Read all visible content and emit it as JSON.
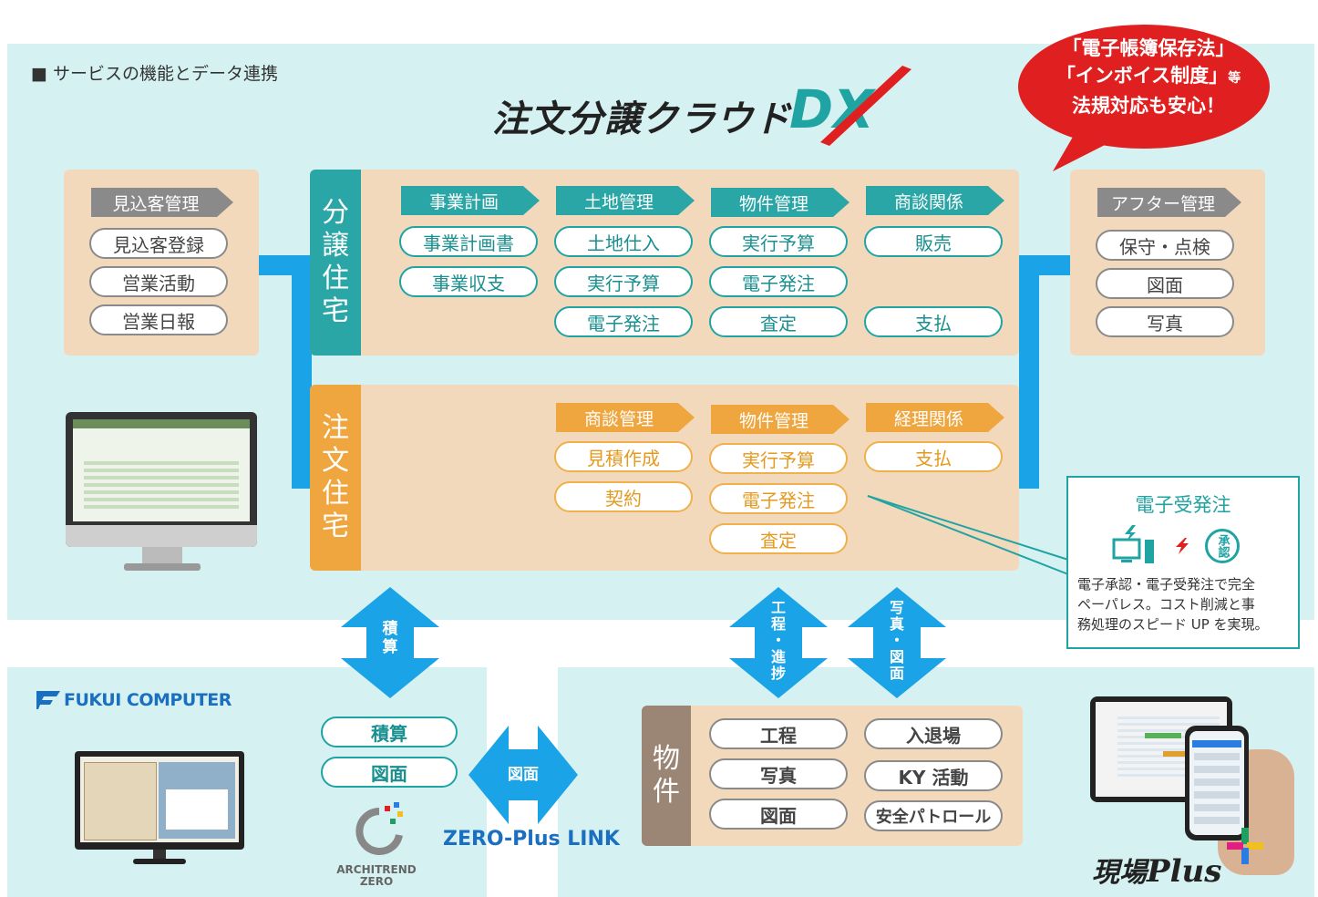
{
  "header": {
    "section_title": "■ サービスの機能とデータ連携"
  },
  "product": {
    "logo_text": "注文分譲クラウド",
    "logo_dx": "DX"
  },
  "bubble": {
    "line1": "「電子帳簿保存法」",
    "line2": "「インボイス制度」",
    "line2_small": "等",
    "line3": "法規対応も安心！"
  },
  "prospect": {
    "header": "見込客管理",
    "items": [
      "見込客登録",
      "営業活動",
      "営業日報"
    ]
  },
  "after": {
    "header": "アフター管理",
    "items": [
      "保守・点検",
      "図面",
      "写真"
    ]
  },
  "bunjo": {
    "label": [
      "分",
      "譲",
      "住",
      "宅"
    ],
    "columns": [
      {
        "header": "事業計画",
        "items": [
          "事業計画書",
          "事業収支"
        ]
      },
      {
        "header": "土地管理",
        "items": [
          "土地仕入",
          "実行予算",
          "電子発注"
        ]
      },
      {
        "header": "物件管理",
        "items": [
          "実行予算",
          "電子発注",
          "査定"
        ]
      },
      {
        "header": "商談関係",
        "items": [
          "販売",
          "支払"
        ]
      }
    ]
  },
  "chumon": {
    "label": [
      "注",
      "文",
      "住",
      "宅"
    ],
    "columns": [
      {
        "header": "商談管理",
        "items": [
          "見積作成",
          "契約"
        ]
      },
      {
        "header": "物件管理",
        "items": [
          "実行予算",
          "電子発注",
          "査定"
        ]
      },
      {
        "header": "経理関係",
        "items": [
          "支払"
        ]
      }
    ]
  },
  "callout": {
    "title": "電子受発注",
    "approve_badge": "承認",
    "text": [
      "電子承認・電子受発注で完全",
      "ペーパレス。コスト削減と事",
      "務処理のスピード UP を実現。"
    ]
  },
  "arrows": {
    "estimate": [
      "積",
      "算"
    ],
    "process": [
      "工",
      "程",
      "・",
      "進",
      "捗"
    ],
    "photo": [
      "写",
      "真",
      "・",
      "図",
      "面"
    ],
    "drawing": "図面"
  },
  "fukui": {
    "brand": "FUKUI COMPUTER",
    "items": [
      "積算",
      "図面"
    ],
    "architrend": [
      "ARCHITREND",
      "ZERO"
    ],
    "link": "ZERO-Plus LINK"
  },
  "bukken": {
    "label": [
      "物",
      "件"
    ],
    "left_items": [
      "工程",
      "写真",
      "図面"
    ],
    "right_items": [
      "入退場",
      "KY 活動",
      "安全パトロール"
    ]
  },
  "genba": {
    "logo": "現場",
    "logo_plus": "Plus"
  },
  "colors": {
    "teal": "#2aa6a6",
    "orange": "#f0a63e",
    "brown": "#9b8575",
    "blue": "#1aa3e6",
    "panel": "#f3d9bc",
    "bg": "#d5f1f1",
    "red": "#e02020"
  }
}
